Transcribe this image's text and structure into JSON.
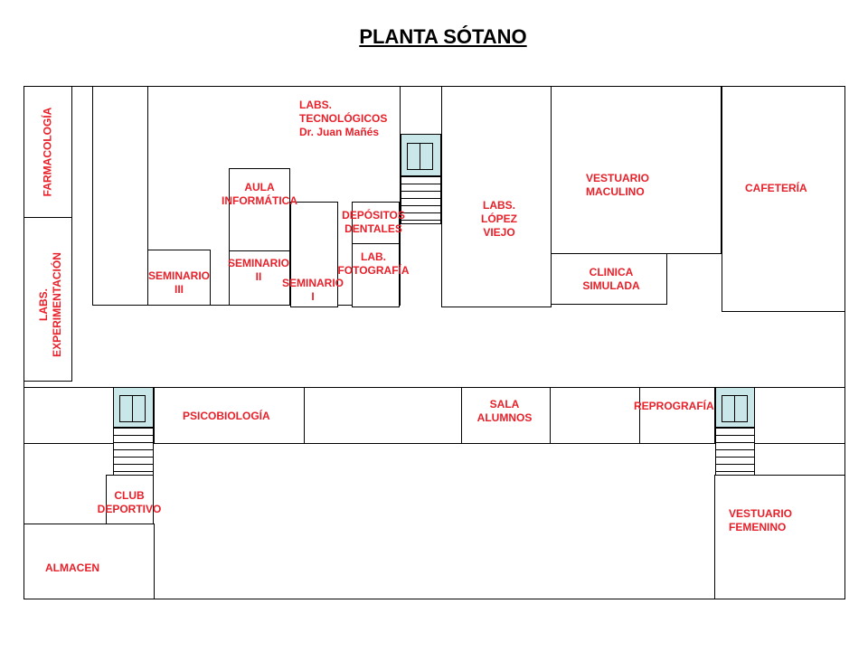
{
  "title": "PLANTA SÓTANO",
  "labels": {
    "farmacologia": "FARMACOLOGÍA",
    "experimentacion": "LABS.\nEXPERIMENTACIÓN",
    "labs_tecnologicos": "LABS.\nTECNOLÓGICOS\nDr. Juan Mañés",
    "aula_informatica": "AULA\nINFORMÁTICA",
    "depositos_dentales": "DEPÓSITOS\nDENTALES",
    "lab_fotografia": "LAB.\nFOTOGRAFÍA",
    "seminario_iii": "SEMINARIO\nIII",
    "seminario_ii": "SEMINARIO\nII",
    "seminario_i": "SEMINARIO\nI",
    "labs_lopez_viejo": "LABS.\nLÓPEZ\nVIEJO",
    "vestuario_masculino": "VESTUARIO\nMACULINO",
    "clinica_simulada": "CLINICA\nSIMULADA",
    "cafeteria": "CAFETERÍA",
    "psicobiologia": "PSICOBIOLOGÍA",
    "sala_alumnos": "SALA\nALUMNOS",
    "reprografia": "REPROGRAFÍA",
    "club_deportivo": "CLUB\nDEPORTIVO",
    "almacen": "ALMACEN",
    "vestuario_femenino": "VESTUARIO\nFEMENINO"
  },
  "colors": {
    "label": "#e8202a",
    "elevator": "#c9e6e8",
    "wall": "#000000"
  }
}
